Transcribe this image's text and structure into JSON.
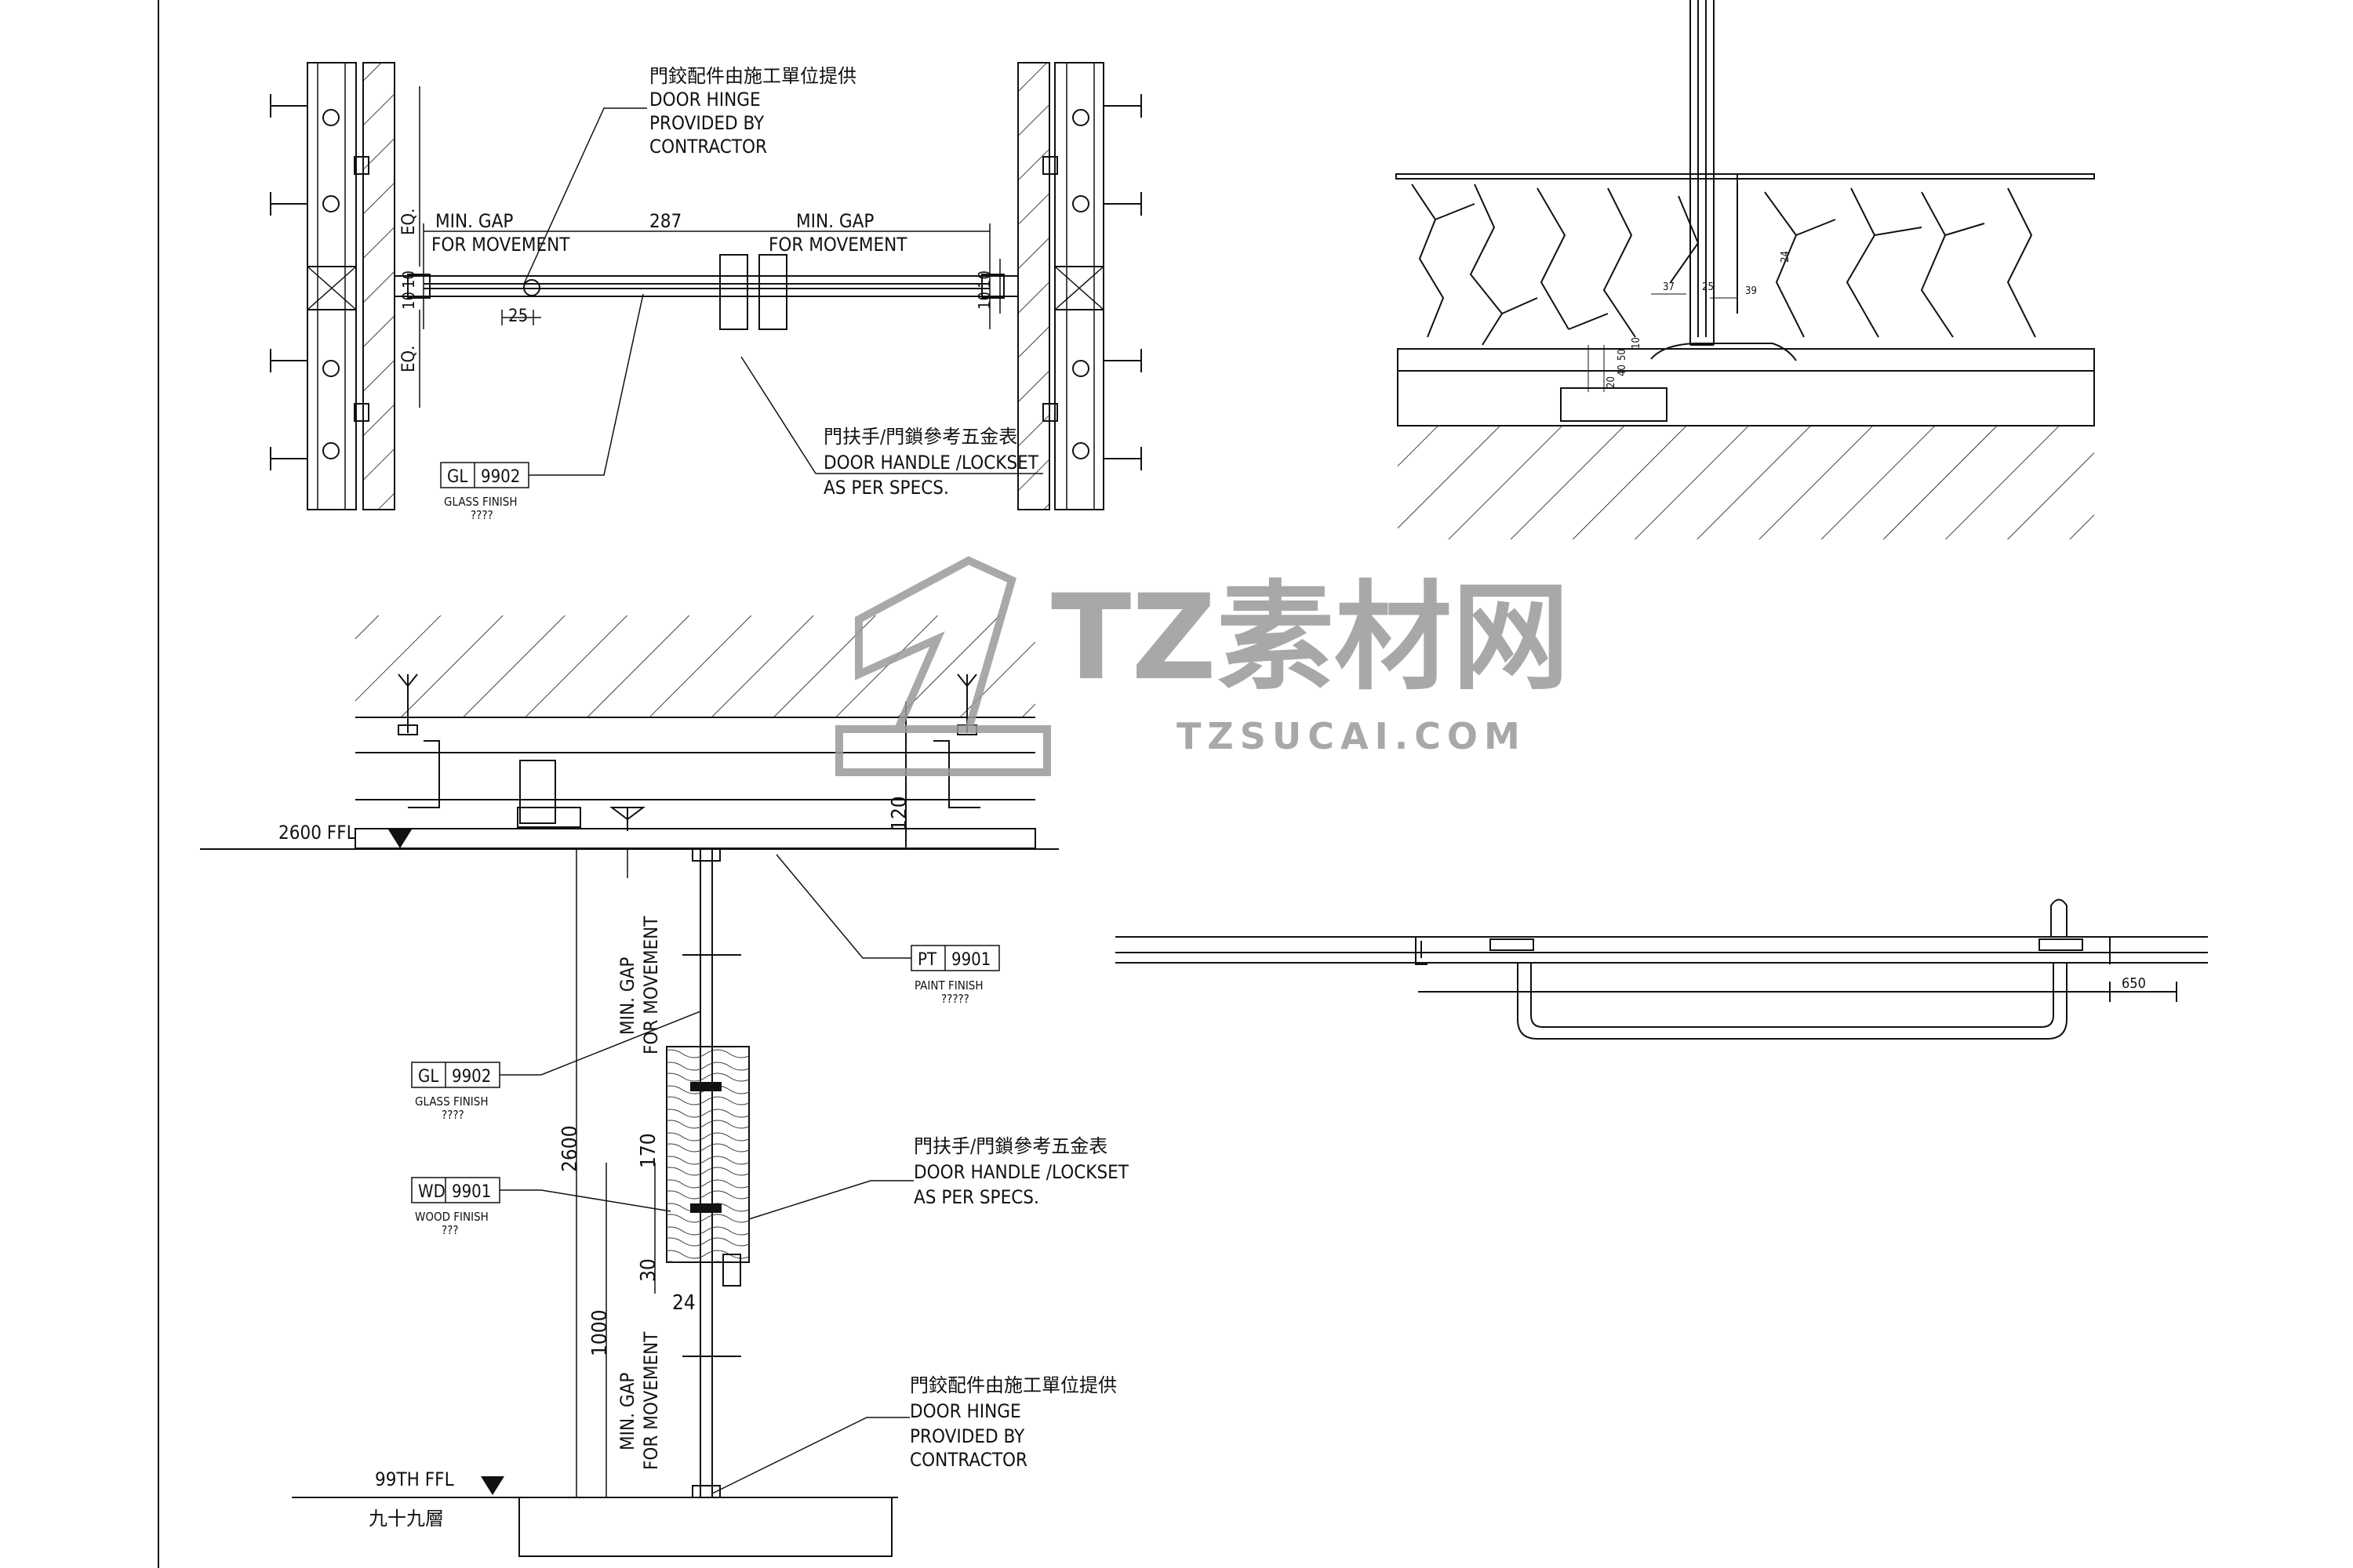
{
  "plan_view": {
    "hinge_label_cn": "門鉸配件由施工單位提供",
    "hinge_label_en_1": "DOOR HINGE",
    "hinge_label_en_2": "PROVIDED BY",
    "hinge_label_en_3": "CONTRACTOR",
    "gap_left_1": "MIN. GAP",
    "gap_left_2": "FOR MOVEMENT",
    "gap_right_1": "MIN. GAP",
    "gap_right_2": "FOR MOVEMENT",
    "dim_width": "287",
    "dim_25": "25",
    "dim_eq_top": "EQ.",
    "dim_eq_bottom": "EQ.",
    "dim_10_left": "10",
    "dim_10_left_b": "10",
    "dim_10_right": "10",
    "dim_10_right_b": "10",
    "glass_tag_code": "GL",
    "glass_tag_num": "9902",
    "glass_tag_desc": "GLASS FINISH",
    "glass_tag_q": "????",
    "handle_label_cn": "門扶手/門鎖參考五金表",
    "handle_label_en_1": "DOOR HANDLE /LOCKSET",
    "handle_label_en_2": "AS PER SPECS."
  },
  "floor_detail": {
    "dims": [
      "37",
      "25",
      "39",
      "24",
      "50",
      "40",
      "20",
      "10"
    ]
  },
  "handle_plan": {
    "dim_650": "650"
  },
  "section": {
    "level_top": "2600 FFL",
    "level_bottom": "99TH FFL",
    "level_bottom_cn": "九十九層",
    "dim_120": "120",
    "dim_2600": "2600",
    "dim_1000": "1000",
    "dim_170": "170",
    "dim_30": "30",
    "dim_24": "24",
    "gap_top_1": "MIN. GAP",
    "gap_top_2": "FOR MOVEMENT",
    "gap_bottom_1": "MIN. GAP",
    "gap_bottom_2": "FOR MOVEMENT",
    "paint_tag_code": "PT",
    "paint_tag_num": "9901",
    "paint_tag_desc": "PAINT FINISH",
    "paint_tag_q": "?????",
    "glass_tag_code": "GL",
    "glass_tag_num": "9902",
    "glass_tag_desc": "GLASS FINISH",
    "glass_tag_q": "????",
    "wood_tag_code": "WD",
    "wood_tag_num": "9901",
    "wood_tag_desc": "WOOD FINISH",
    "wood_tag_q": "???",
    "handle_label_cn": "門扶手/門鎖參考五金表",
    "handle_label_en_1": "DOOR HANDLE /LOCKSET",
    "handle_label_en_2": "AS PER SPECS.",
    "hinge_label_cn": "門鉸配件由施工單位提供",
    "hinge_label_en_1": "DOOR HINGE",
    "hinge_label_en_2": "PROVIDED BY",
    "hinge_label_en_3": "CONTRACTOR"
  },
  "watermark": {
    "brand_cn": "TZ素材网",
    "brand_url": "TZSUCAI.COM"
  },
  "colors": {
    "line": "#111111",
    "watermark": "#9a9a9a",
    "background": "#ffffff"
  }
}
